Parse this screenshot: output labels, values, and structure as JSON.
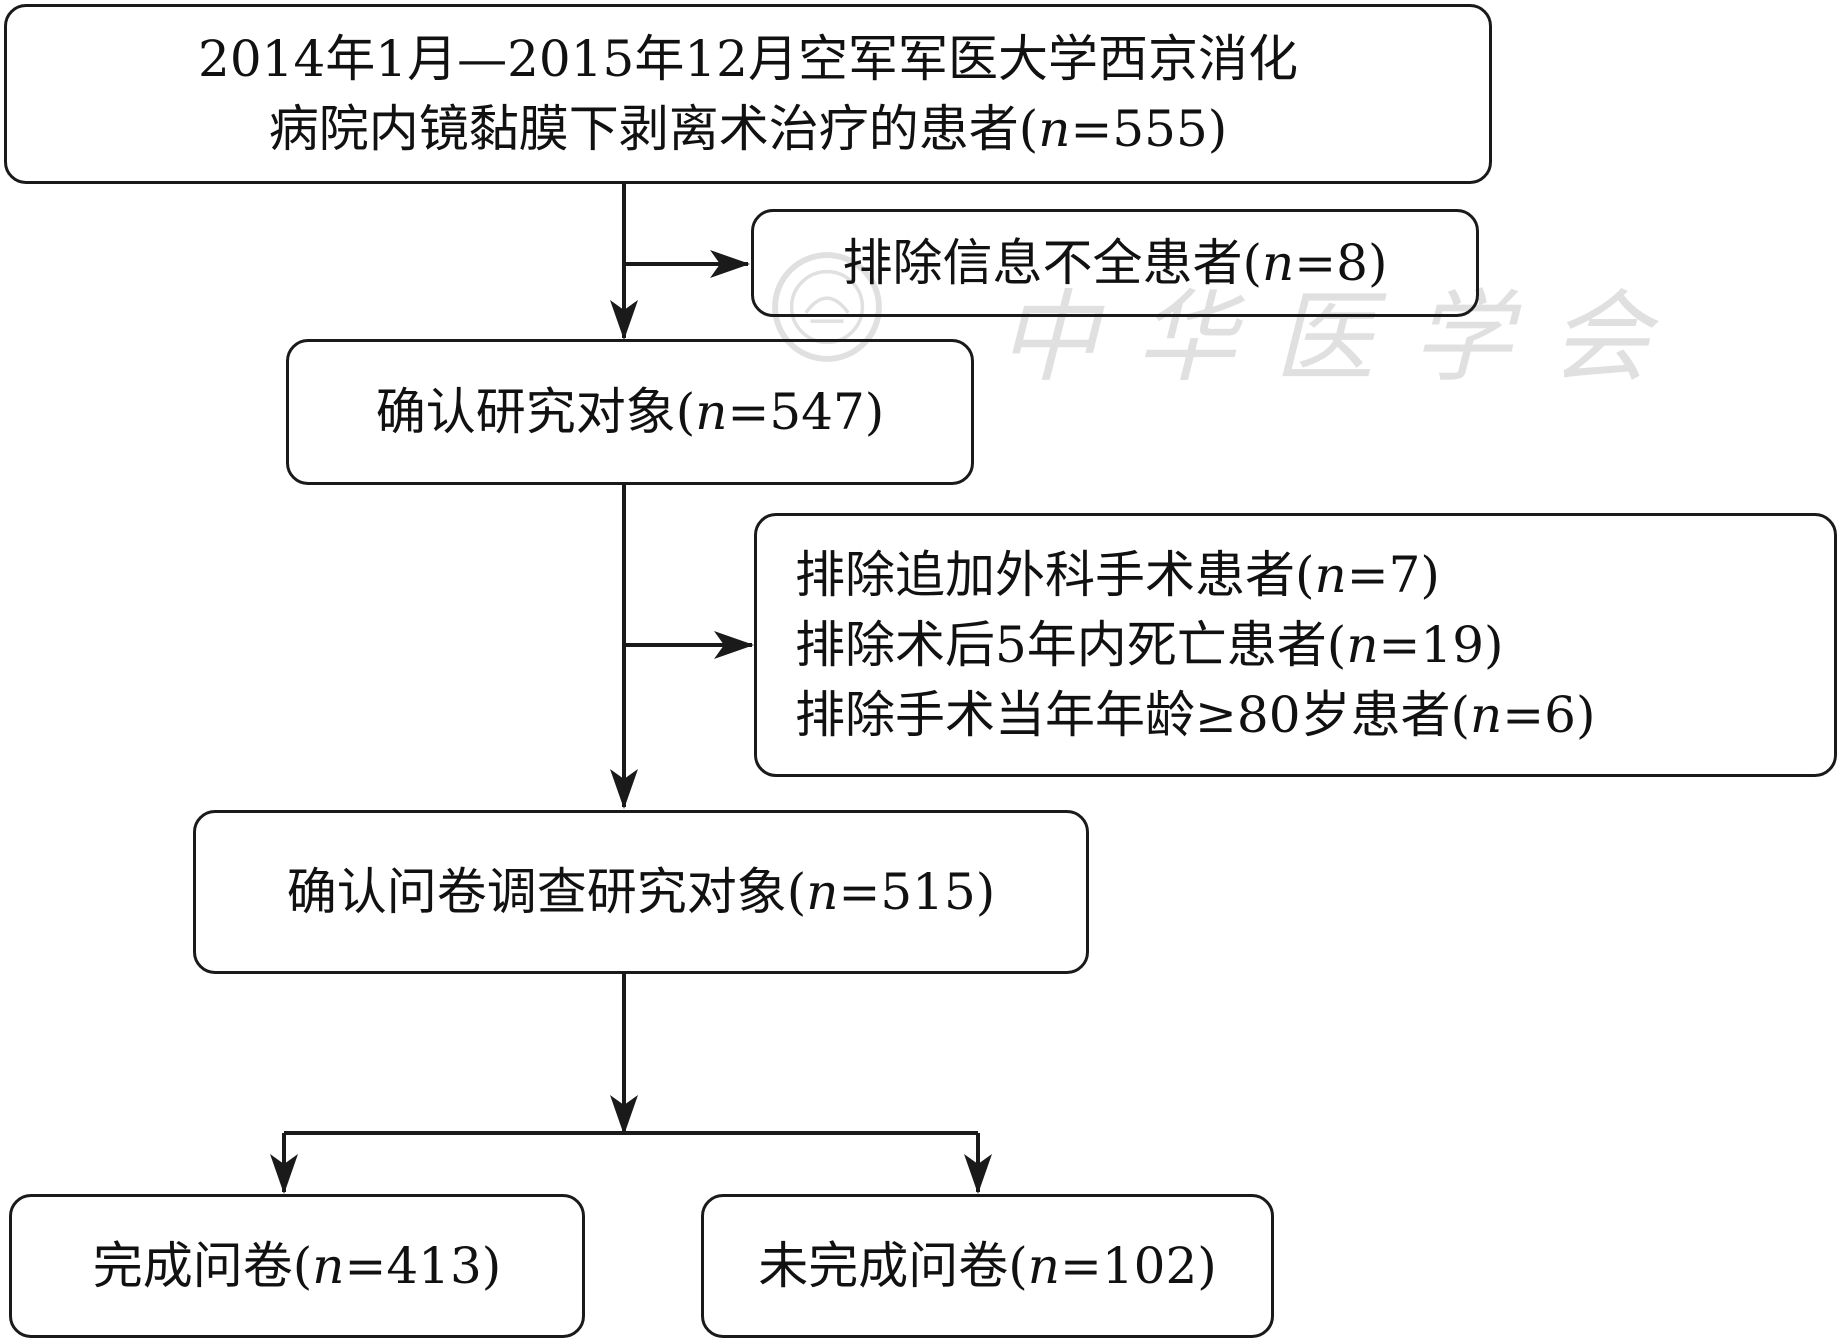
{
  "flowchart": {
    "source": {
      "line1": "2014年1月—2015年12月空军军医大学西京消化",
      "line2_prefix": "病院内镜黏膜下剥离术治疗的患者(",
      "n": "n",
      "line2_suffix": "=555)"
    },
    "exclude1": {
      "prefix": "排除信息不全患者(",
      "n": "n",
      "suffix": "=8)"
    },
    "confirm": {
      "prefix": "确认研究对象(",
      "n": "n",
      "suffix": "=547)"
    },
    "exclude2": [
      {
        "prefix": "排除追加外科手术患者(",
        "n": "n",
        "suffix": "=7)"
      },
      {
        "prefix": "排除术后5年内死亡患者(",
        "n": "n",
        "suffix": "=19)"
      },
      {
        "prefix": "排除手术当年年龄≥80岁患者(",
        "n": "n",
        "suffix": "=6)"
      }
    ],
    "survey": {
      "prefix": "确认问卷调查研究对象(",
      "n": "n",
      "suffix": "=515)"
    },
    "completed": {
      "prefix": "完成问卷(",
      "n": "n",
      "suffix": "=413)"
    },
    "incomplete": {
      "prefix": "未完成问卷(",
      "n": "n",
      "suffix": "=102)"
    }
  },
  "watermark": {
    "text": "中华医学会"
  },
  "colors": {
    "stroke": "#1a1a1a",
    "watermark": "#777777"
  }
}
